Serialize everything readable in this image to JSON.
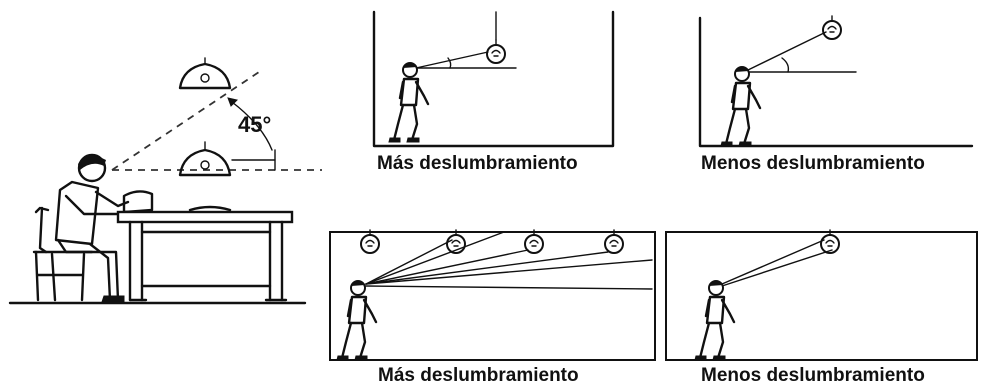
{
  "angle_label": "45°",
  "captions": {
    "top_more": "Más deslumbramiento",
    "top_less": "Menos deslumbramiento",
    "bottom_more": "Más deslumbramiento",
    "bottom_less": "Menos deslumbramiento"
  },
  "colors": {
    "ink": "#111111",
    "background": "#ffffff"
  }
}
